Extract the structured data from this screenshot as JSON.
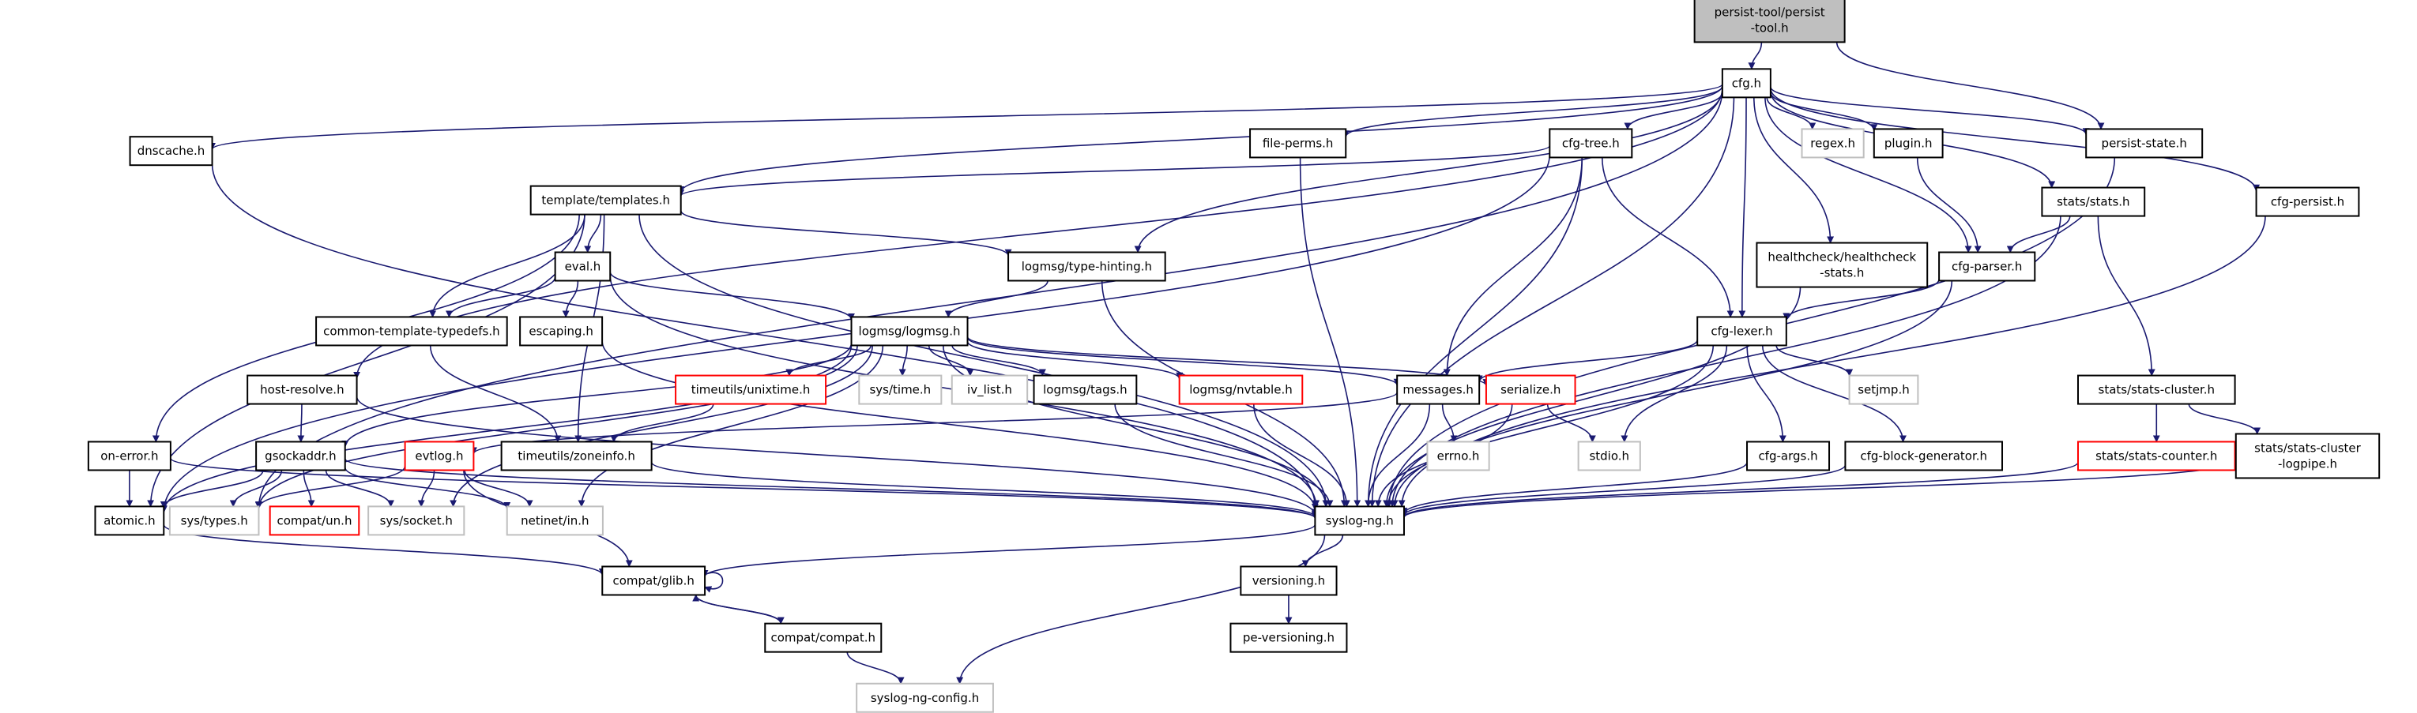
{
  "graph": {
    "title": "persist-tool/persist-tool.h include dependency graph",
    "colors": {
      "edge": "#191970",
      "root_fill": "#bfbfbf",
      "normal_border": "#000000",
      "missing_border": "#ff0000",
      "external_border": "#bfbfbf"
    },
    "nodes": [
      {
        "id": "persist-tool",
        "label": [
          "persist-tool/persist",
          "-tool.h"
        ],
        "kind": "root"
      },
      {
        "id": "cfg",
        "label": [
          "cfg.h"
        ],
        "kind": "normal"
      },
      {
        "id": "persist-state",
        "label": [
          "persist-state.h"
        ],
        "kind": "normal"
      },
      {
        "id": "dnscache",
        "label": [
          "dnscache.h"
        ],
        "kind": "normal"
      },
      {
        "id": "file-perms",
        "label": [
          "file-perms.h"
        ],
        "kind": "normal"
      },
      {
        "id": "cfg-tree",
        "label": [
          "cfg-tree.h"
        ],
        "kind": "normal"
      },
      {
        "id": "regex",
        "label": [
          "regex.h"
        ],
        "kind": "external"
      },
      {
        "id": "plugin",
        "label": [
          "plugin.h"
        ],
        "kind": "normal"
      },
      {
        "id": "templates",
        "label": [
          "template/templates.h"
        ],
        "kind": "normal"
      },
      {
        "id": "stats",
        "label": [
          "stats/stats.h"
        ],
        "kind": "normal"
      },
      {
        "id": "cfg-persist",
        "label": [
          "cfg-persist.h"
        ],
        "kind": "normal"
      },
      {
        "id": "eval",
        "label": [
          "eval.h"
        ],
        "kind": "normal"
      },
      {
        "id": "type-hinting",
        "label": [
          "logmsg/type-hinting.h"
        ],
        "kind": "normal"
      },
      {
        "id": "healthcheck",
        "label": [
          "healthcheck/healthcheck",
          "-stats.h"
        ],
        "kind": "normal"
      },
      {
        "id": "cfg-parser",
        "label": [
          "cfg-parser.h"
        ],
        "kind": "normal"
      },
      {
        "id": "common-template-typedefs",
        "label": [
          "common-template-typedefs.h"
        ],
        "kind": "normal"
      },
      {
        "id": "escaping",
        "label": [
          "escaping.h"
        ],
        "kind": "normal"
      },
      {
        "id": "logmsg",
        "label": [
          "logmsg/logmsg.h"
        ],
        "kind": "normal"
      },
      {
        "id": "cfg-lexer",
        "label": [
          "cfg-lexer.h"
        ],
        "kind": "normal"
      },
      {
        "id": "host-resolve",
        "label": [
          "host-resolve.h"
        ],
        "kind": "normal"
      },
      {
        "id": "unixtime",
        "label": [
          "timeutils/unixtime.h"
        ],
        "kind": "missing"
      },
      {
        "id": "sys-time",
        "label": [
          "sys/time.h"
        ],
        "kind": "external"
      },
      {
        "id": "iv-list",
        "label": [
          "iv_list.h"
        ],
        "kind": "external"
      },
      {
        "id": "tags",
        "label": [
          "logmsg/tags.h"
        ],
        "kind": "normal"
      },
      {
        "id": "nvtable",
        "label": [
          "logmsg/nvtable.h"
        ],
        "kind": "missing"
      },
      {
        "id": "messages",
        "label": [
          "messages.h"
        ],
        "kind": "normal"
      },
      {
        "id": "serialize",
        "label": [
          "serialize.h"
        ],
        "kind": "missing"
      },
      {
        "id": "setjmp",
        "label": [
          "setjmp.h"
        ],
        "kind": "external"
      },
      {
        "id": "stats-cluster",
        "label": [
          "stats/stats-cluster.h"
        ],
        "kind": "normal"
      },
      {
        "id": "on-error",
        "label": [
          "on-error.h"
        ],
        "kind": "normal"
      },
      {
        "id": "gsockaddr",
        "label": [
          "gsockaddr.h"
        ],
        "kind": "normal"
      },
      {
        "id": "evtlog",
        "label": [
          "evtlog.h"
        ],
        "kind": "missing"
      },
      {
        "id": "zoneinfo",
        "label": [
          "timeutils/zoneinfo.h"
        ],
        "kind": "normal"
      },
      {
        "id": "errno",
        "label": [
          "errno.h"
        ],
        "kind": "external"
      },
      {
        "id": "stdio",
        "label": [
          "stdio.h"
        ],
        "kind": "external"
      },
      {
        "id": "cfg-args",
        "label": [
          "cfg-args.h"
        ],
        "kind": "normal"
      },
      {
        "id": "cfg-block-generator",
        "label": [
          "cfg-block-generator.h"
        ],
        "kind": "normal"
      },
      {
        "id": "stats-counter",
        "label": [
          "stats/stats-counter.h"
        ],
        "kind": "missing"
      },
      {
        "id": "stats-cluster-logpipe",
        "label": [
          "stats/stats-cluster",
          "-logpipe.h"
        ],
        "kind": "normal"
      },
      {
        "id": "atomic",
        "label": [
          "atomic.h"
        ],
        "kind": "normal"
      },
      {
        "id": "sys-types",
        "label": [
          "sys/types.h"
        ],
        "kind": "external"
      },
      {
        "id": "compat-un",
        "label": [
          "compat/un.h"
        ],
        "kind": "missing"
      },
      {
        "id": "sys-socket",
        "label": [
          "sys/socket.h"
        ],
        "kind": "external"
      },
      {
        "id": "netinet-in",
        "label": [
          "netinet/in.h"
        ],
        "kind": "external"
      },
      {
        "id": "syslog-ng",
        "label": [
          "syslog-ng.h"
        ],
        "kind": "normal"
      },
      {
        "id": "glib",
        "label": [
          "compat/glib.h"
        ],
        "kind": "normal"
      },
      {
        "id": "versioning",
        "label": [
          "versioning.h"
        ],
        "kind": "normal"
      },
      {
        "id": "compat",
        "label": [
          "compat/compat.h"
        ],
        "kind": "normal"
      },
      {
        "id": "pe-versioning",
        "label": [
          "pe-versioning.h"
        ],
        "kind": "normal"
      },
      {
        "id": "syslog-ng-config",
        "label": [
          "syslog-ng-config.h"
        ],
        "kind": "external"
      }
    ],
    "edges": [
      [
        "persist-tool",
        "cfg"
      ],
      [
        "persist-tool",
        "persist-state"
      ],
      [
        "cfg",
        "dnscache"
      ],
      [
        "cfg",
        "file-perms"
      ],
      [
        "cfg",
        "cfg-tree"
      ],
      [
        "cfg",
        "regex"
      ],
      [
        "cfg",
        "plugin"
      ],
      [
        "cfg",
        "persist-state"
      ],
      [
        "cfg",
        "templates"
      ],
      [
        "cfg",
        "stats"
      ],
      [
        "cfg",
        "cfg-persist"
      ],
      [
        "cfg",
        "type-hinting"
      ],
      [
        "cfg",
        "healthcheck"
      ],
      [
        "cfg",
        "cfg-parser"
      ],
      [
        "cfg",
        "cfg-lexer"
      ],
      [
        "cfg",
        "host-resolve"
      ],
      [
        "cfg",
        "sys-types"
      ],
      [
        "cfg",
        "syslog-ng"
      ],
      [
        "persist-state",
        "syslog-ng"
      ],
      [
        "dnscache",
        "syslog-ng"
      ],
      [
        "file-perms",
        "syslog-ng"
      ],
      [
        "cfg-tree",
        "templates"
      ],
      [
        "cfg-tree",
        "messages"
      ],
      [
        "cfg-tree",
        "cfg-lexer"
      ],
      [
        "cfg-tree",
        "syslog-ng"
      ],
      [
        "cfg-tree",
        "atomic"
      ],
      [
        "plugin",
        "cfg-parser"
      ],
      [
        "templates",
        "eval"
      ],
      [
        "templates",
        "common-template-typedefs"
      ],
      [
        "templates",
        "type-hinting"
      ],
      [
        "templates",
        "on-error"
      ],
      [
        "templates",
        "atomic"
      ],
      [
        "templates",
        "zoneinfo"
      ],
      [
        "templates",
        "syslog-ng"
      ],
      [
        "stats",
        "cfg-parser"
      ],
      [
        "stats",
        "stats-cluster"
      ],
      [
        "stats",
        "syslog-ng"
      ],
      [
        "cfg-persist",
        "syslog-ng"
      ],
      [
        "eval",
        "common-template-typedefs"
      ],
      [
        "eval",
        "escaping"
      ],
      [
        "eval",
        "logmsg"
      ],
      [
        "eval",
        "syslog-ng"
      ],
      [
        "type-hinting",
        "logmsg"
      ],
      [
        "type-hinting",
        "syslog-ng"
      ],
      [
        "healthcheck",
        "syslog-ng"
      ],
      [
        "cfg-parser",
        "cfg-lexer"
      ],
      [
        "cfg-parser",
        "syslog-ng"
      ],
      [
        "common-template-typedefs",
        "zoneinfo"
      ],
      [
        "escaping",
        "syslog-ng"
      ],
      [
        "logmsg",
        "unixtime"
      ],
      [
        "logmsg",
        "sys-time"
      ],
      [
        "logmsg",
        "iv-list"
      ],
      [
        "logmsg",
        "tags"
      ],
      [
        "logmsg",
        "nvtable"
      ],
      [
        "logmsg",
        "messages"
      ],
      [
        "logmsg",
        "serialize"
      ],
      [
        "logmsg",
        "gsockaddr"
      ],
      [
        "logmsg",
        "atomic"
      ],
      [
        "logmsg",
        "sys-types"
      ],
      [
        "logmsg",
        "sys-socket"
      ],
      [
        "logmsg",
        "netinet-in"
      ],
      [
        "logmsg",
        "syslog-ng"
      ],
      [
        "cfg-lexer",
        "messages"
      ],
      [
        "cfg-lexer",
        "setjmp"
      ],
      [
        "cfg-lexer",
        "stdio"
      ],
      [
        "cfg-lexer",
        "cfg-args"
      ],
      [
        "cfg-lexer",
        "cfg-block-generator"
      ],
      [
        "cfg-lexer",
        "syslog-ng"
      ],
      [
        "host-resolve",
        "gsockaddr"
      ],
      [
        "host-resolve",
        "syslog-ng"
      ],
      [
        "unixtime",
        "zoneinfo"
      ],
      [
        "tags",
        "syslog-ng"
      ],
      [
        "nvtable",
        "syslog-ng"
      ],
      [
        "messages",
        "evtlog"
      ],
      [
        "messages",
        "errno"
      ],
      [
        "messages",
        "syslog-ng"
      ],
      [
        "serialize",
        "stdio"
      ],
      [
        "serialize",
        "syslog-ng"
      ],
      [
        "stats-cluster",
        "stats-counter"
      ],
      [
        "stats-cluster",
        "stats-cluster-logpipe"
      ],
      [
        "on-error",
        "atomic"
      ],
      [
        "on-error",
        "syslog-ng"
      ],
      [
        "gsockaddr",
        "atomic"
      ],
      [
        "gsockaddr",
        "sys-types"
      ],
      [
        "gsockaddr",
        "compat-un"
      ],
      [
        "gsockaddr",
        "sys-socket"
      ],
      [
        "gsockaddr",
        "netinet-in"
      ],
      [
        "gsockaddr",
        "syslog-ng"
      ],
      [
        "evtlog",
        "sys-types"
      ],
      [
        "evtlog",
        "sys-socket"
      ],
      [
        "evtlog",
        "netinet-in"
      ],
      [
        "evtlog",
        "glib"
      ],
      [
        "zoneinfo",
        "syslog-ng"
      ],
      [
        "cfg-args",
        "syslog-ng"
      ],
      [
        "cfg-block-generator",
        "syslog-ng"
      ],
      [
        "stats-counter",
        "syslog-ng"
      ],
      [
        "stats-cluster-logpipe",
        "syslog-ng"
      ],
      [
        "atomic",
        "glib"
      ],
      [
        "syslog-ng",
        "glib"
      ],
      [
        "syslog-ng",
        "versioning"
      ],
      [
        "syslog-ng",
        "syslog-ng-config"
      ],
      [
        "glib",
        "glib"
      ],
      [
        "glib",
        "compat"
      ],
      [
        "compat",
        "glib"
      ],
      [
        "compat",
        "syslog-ng-config"
      ],
      [
        "versioning",
        "pe-versioning"
      ]
    ]
  }
}
